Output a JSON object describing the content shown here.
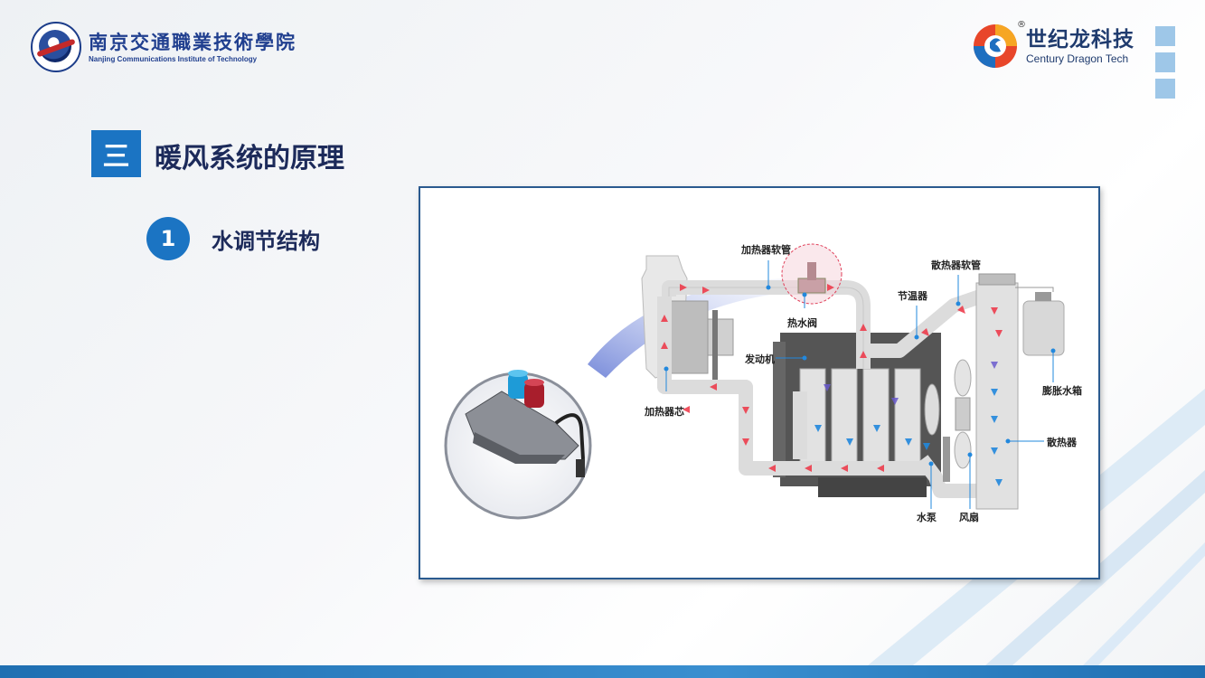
{
  "header": {
    "school_name_cn": "南京交通職業技術學院",
    "school_name_en": "Nanjing Communications Institute of Technology",
    "brand_name_cn": "世纪龙科技",
    "brand_name_en": "Century Dragon Tech",
    "brand_reg_mark": "®"
  },
  "section": {
    "number": "三",
    "title": "暖风系统的原理"
  },
  "subsection": {
    "number": "1",
    "title": "水调节结构"
  },
  "diagram": {
    "labels": {
      "heater_hose": "加热器软管",
      "hot_water_valve": "热水阀",
      "radiator_hose": "散热器软管",
      "thermostat": "节温器",
      "engine": "发动机",
      "heater_core": "加热器芯",
      "expansion_tank": "膨胀水箱",
      "radiator": "散热器",
      "water_pump": "水泵",
      "fan": "风扇"
    }
  },
  "colors": {
    "accent_blue": "#1b74c3",
    "heading_navy": "#1c2a5a",
    "hot_flow": "#ee3344",
    "cold_flow": "#2288dd"
  }
}
